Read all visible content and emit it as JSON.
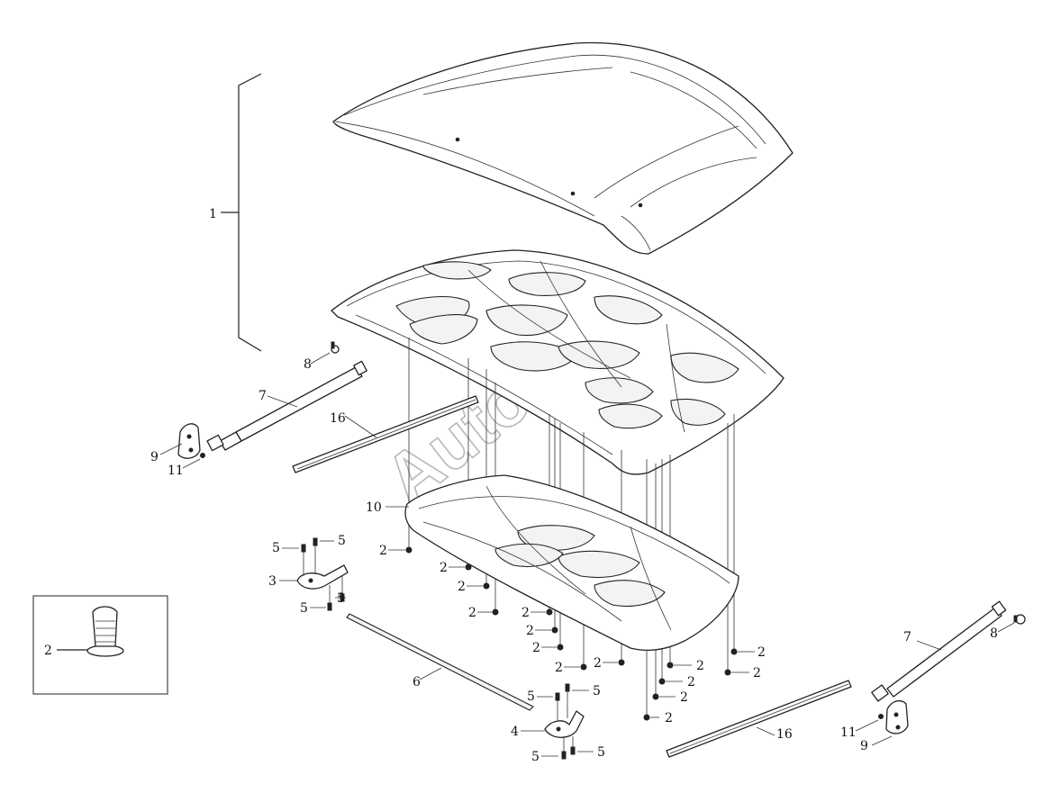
{
  "watermark": {
    "text": "AutoSoft"
  },
  "callouts": {
    "c1": "1",
    "c2_inset": "2",
    "c2": "2",
    "c3": "3",
    "c4": "4",
    "c5": "5",
    "c6": "6",
    "c7": "7",
    "c8": "8",
    "c9": "9",
    "c10": "10",
    "c11": "11",
    "c16": "16"
  }
}
